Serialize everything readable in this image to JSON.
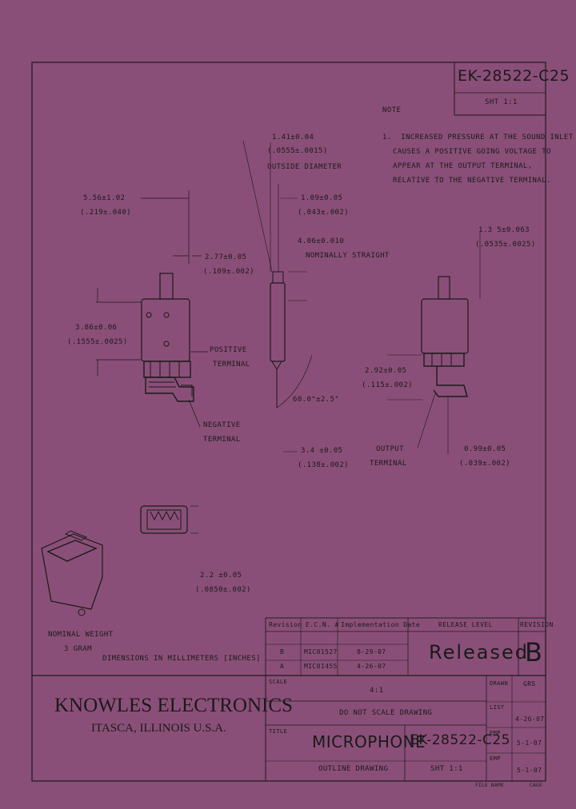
{
  "doc_number": "EK-28522-C25",
  "sheet": "SHT 1:1",
  "note": {
    "heading": "NOTE",
    "lines": [
      "1.  INCREASED PRESSURE AT THE SOUND INLET",
      "CAUSES A POSITIVE GOING VOLTAGE TO",
      "APPEAR AT THE OUTPUT TERMINAL,",
      "RELATIVE TO THE NEGATIVE TERMINAL."
    ]
  },
  "dims": {
    "d_top_mm": "1.41±0.04",
    "d_top_in": "(.0555±.0015)",
    "d_top_label": "OUTSIDE DIAMETER",
    "d_wire_mm": "1.09±0.05",
    "d_wire_in": "(.043±.002)",
    "d_left_mm": "5.56±1.02",
    "d_left_in": "(.219±.040)",
    "d_strip_mm": "4.06±0.010",
    "d_strip_label": "NOMINALLY STRAIGHT",
    "d_277_mm": "2.77±0.05",
    "d_277_in": "(.109±.002)",
    "d_height_mm": "3.86±0.06",
    "d_height_in": "(.1555±.0025)",
    "d_right_top_mm": "1.3 5±0.063",
    "d_right_top_in": "(.0535±.0025)",
    "d_right_mid_mm": "2.92±0.05",
    "d_right_mid_in": "(.115±.002)",
    "d_angle": "60.0°±2.5°",
    "d_bot_mm": "3.4 ±0.05",
    "d_bot_in": "(.138±.002)",
    "d_out_mm": "0.99±0.05",
    "d_out_in": "(.039±.002)",
    "d_small_mm": "2.2 ±0.05",
    "d_small_in": "(.0850±.002)"
  },
  "labels": {
    "positive": [
      "POSITIVE",
      "TERMINAL"
    ],
    "negative": [
      "NEGATIVE",
      "TERMINAL"
    ],
    "output": [
      "OUTPUT",
      "TERMINAL"
    ],
    "weight": [
      "NOMINAL WEIGHT",
      "3 GRAM"
    ],
    "dimensions_note": "DIMENSIONS IN MILLIMETERS [INCHES]"
  },
  "revision_table": {
    "headers": [
      "Revision",
      "E.C.N. #",
      "Implementation Date"
    ],
    "rows": [
      [
        "B",
        "MIC01527",
        "8-29-07"
      ],
      [
        "A",
        "MIC01455",
        "4-26-07"
      ]
    ]
  },
  "release": {
    "header": "RELEASE LEVEL",
    "value": "Released",
    "rev_header": "REVISION",
    "rev_value": "B"
  },
  "company": {
    "name": "KNOWLES ELECTRONICS",
    "location": "ITASCA, ILLINOIS U.S.A."
  },
  "title_block": {
    "scale_label": "SCALE",
    "scale_value": "4:1",
    "do_not_scale": "DO NOT SCALE DRAWING",
    "title_label": "TITLE",
    "title": "MICROPHONE",
    "doc_number": "EK-28522-C25",
    "subtitle": "OUTLINE DRAWING",
    "sheet": "SHT 1:1"
  },
  "sign_off": [
    {
      "role": "DRAWN",
      "name": "GRS",
      "date": ""
    },
    {
      "role": "LIST",
      "name": "",
      "date": "4-26-07"
    },
    {
      "role": "EMP",
      "name": "",
      "date": "5-1-07"
    },
    {
      "role": "EMP",
      "name": "",
      "date": "5-1-07"
    }
  ],
  "footer_left": "FILE NAME",
  "footer_right": "CAGE"
}
